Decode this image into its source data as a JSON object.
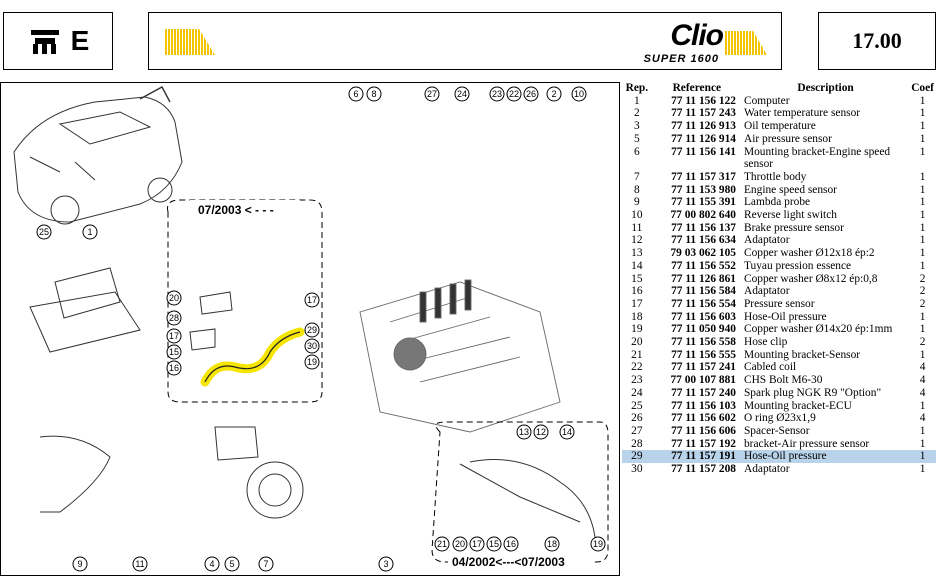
{
  "header": {
    "brand_logo": "Clio",
    "brand_sub": "SUPER 1600",
    "page_number": "17.00",
    "section_letter": "E",
    "colors": {
      "accent_yellow": "#f5c400",
      "highlight_blue": "#b9d3ea"
    }
  },
  "diagram": {
    "callouts_top": [
      "6",
      "8",
      "27",
      "24",
      "23",
      "22",
      "26",
      "2",
      "10"
    ],
    "callouts_left": [
      "25",
      "1",
      "20",
      "17",
      "28",
      "17",
      "15",
      "16",
      "29",
      "30",
      "19"
    ],
    "callouts_bottom": [
      "9",
      "11",
      "4",
      "5",
      "7",
      "3",
      "21",
      "20",
      "17",
      "15",
      "16",
      "18",
      "19",
      "13",
      "12",
      "14"
    ],
    "date_label_top": "07/2003 < - - -",
    "date_label_bottom": "04/2002<---<07/2003"
  },
  "table": {
    "headers": {
      "rep": "Rep.",
      "ref": "Reference",
      "desc": "Description",
      "coef": "Coef"
    },
    "rows": [
      {
        "rep": "1",
        "ref": "77 11 156 122",
        "desc": "Computer",
        "coef": "1"
      },
      {
        "rep": "2",
        "ref": "77 11 157 243",
        "desc": "Water temperature sensor",
        "coef": "1"
      },
      {
        "rep": "3",
        "ref": "77 11 126 913",
        "desc": "Oil temperature",
        "coef": "1"
      },
      {
        "rep": "5",
        "ref": "77 11 126 914",
        "desc": "Air pressure sensor",
        "coef": "1"
      },
      {
        "rep": "6",
        "ref": "77 11 156 141",
        "desc": "Mounting bracket-Engine speed sensor",
        "coef": "1"
      },
      {
        "rep": "7",
        "ref": "77 11 157 317",
        "desc": "Throttle body",
        "coef": "1"
      },
      {
        "rep": "8",
        "ref": "77 11 153 980",
        "desc": "Engine speed sensor",
        "coef": "1"
      },
      {
        "rep": "9",
        "ref": "77 11 155 391",
        "desc": "Lambda probe",
        "coef": "1"
      },
      {
        "rep": "10",
        "ref": "77 00 802 640",
        "desc": "Reverse light switch",
        "coef": "1"
      },
      {
        "rep": "11",
        "ref": "77 11 156 137",
        "desc": "Brake pressure sensor",
        "coef": "1"
      },
      {
        "rep": "12",
        "ref": "77 11 156 634",
        "desc": "Adaptator",
        "coef": "1"
      },
      {
        "rep": "13",
        "ref": "79 03 062 105",
        "desc": "Copper washer Ø12x18 ép:2",
        "coef": "1"
      },
      {
        "rep": "14",
        "ref": "77 11 156 552",
        "desc": "Tuyau pression essence",
        "coef": "1"
      },
      {
        "rep": "15",
        "ref": "77 11 126 861",
        "desc": "Copper washer Ø8x12 ép:0,8",
        "coef": "2"
      },
      {
        "rep": "16",
        "ref": "77 11 156 584",
        "desc": "Adaptator",
        "coef": "2"
      },
      {
        "rep": "17",
        "ref": "77 11 156 554",
        "desc": "Pressure sensor",
        "coef": "2"
      },
      {
        "rep": "18",
        "ref": "77 11 156 603",
        "desc": "Hose-Oil pressure",
        "coef": "1"
      },
      {
        "rep": "19",
        "ref": "77 11 050 940",
        "desc": "Copper washer Ø14x20 ép:1mm",
        "coef": "1"
      },
      {
        "rep": "20",
        "ref": "77 11 156 558",
        "desc": "Hose clip",
        "coef": "2"
      },
      {
        "rep": "21",
        "ref": "77 11 156 555",
        "desc": "Mounting bracket-Sensor",
        "coef": "1"
      },
      {
        "rep": "22",
        "ref": "77 11 157 241",
        "desc": "Cabled coil",
        "coef": "4"
      },
      {
        "rep": "23",
        "ref": "77 00 107 881",
        "desc": "CHS Bolt M6-30",
        "coef": "4"
      },
      {
        "rep": "24",
        "ref": "77 11 157 240",
        "desc": "Spark plug NGK R9 \"Option\"",
        "coef": "4"
      },
      {
        "rep": "25",
        "ref": "77 11 156 103",
        "desc": "Mounting bracket-ECU",
        "coef": "1"
      },
      {
        "rep": "26",
        "ref": "77 11 156 602",
        "desc": "O ring Ø23x1,9",
        "coef": "4"
      },
      {
        "rep": "27",
        "ref": "77 11 156 606",
        "desc": "Spacer-Sensor",
        "coef": "1"
      },
      {
        "rep": "28",
        "ref": "77 11 157 192",
        "desc": "bracket-Air pressure sensor",
        "coef": "1"
      },
      {
        "rep": "29",
        "ref": "77 11 157 191",
        "desc": "Hose-Oil pressure",
        "coef": "1",
        "highlighted": true
      },
      {
        "rep": "30",
        "ref": "77 11 157 208",
        "desc": "Adaptator",
        "coef": "1"
      }
    ]
  }
}
